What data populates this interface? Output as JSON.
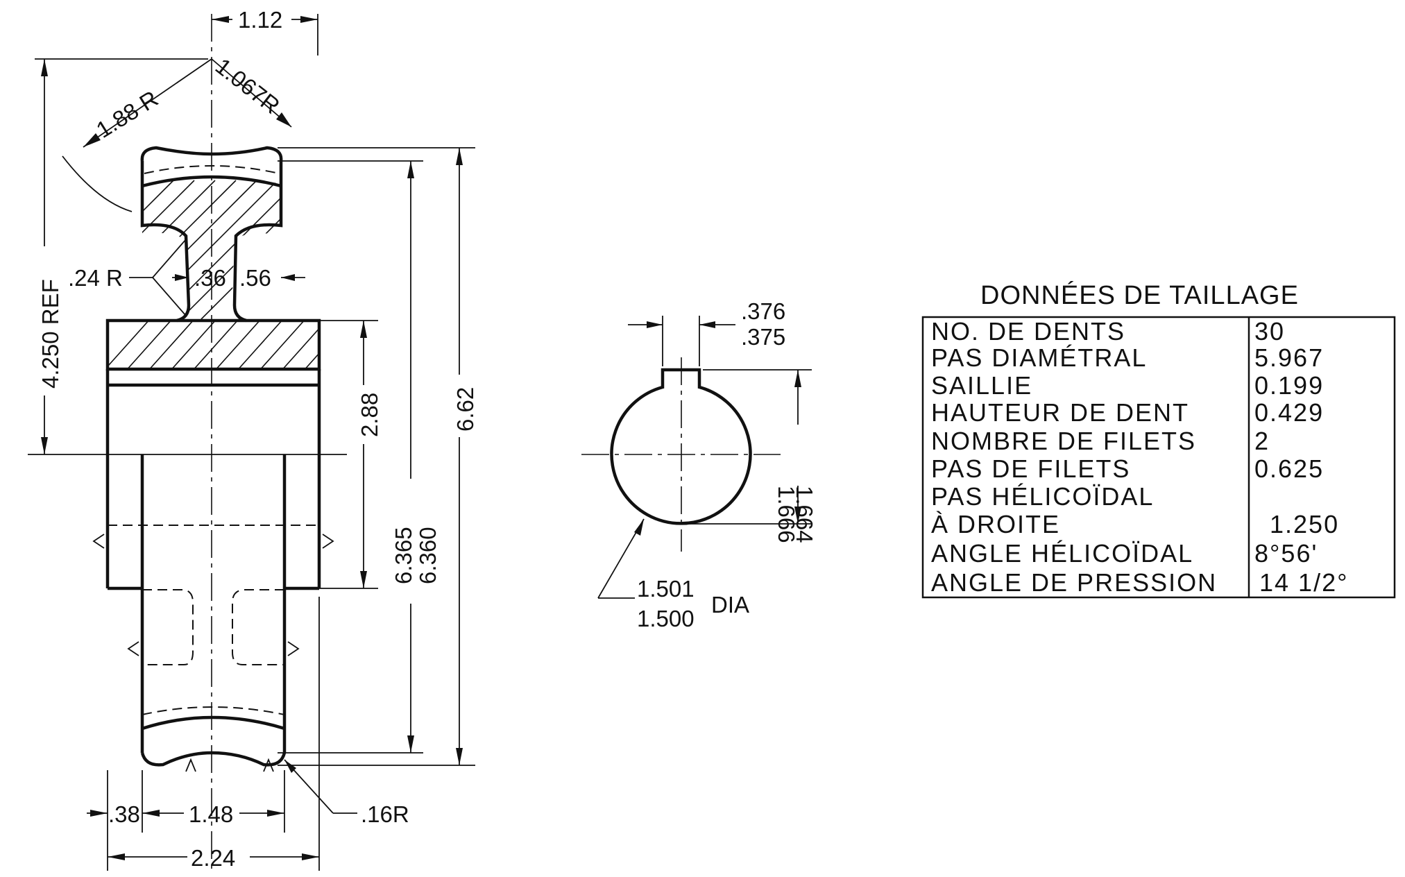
{
  "gear_view": {
    "dim_width_top": "1.12",
    "dim_outer_radius": "1.88 R",
    "dim_throat_radius": "1.067R",
    "dim_ref": "4.250 REF",
    "dim_fillet": ".24 R",
    "dim_web": ".36",
    "dim_groove": ".56",
    "dim_bore_len": "2.88",
    "dim_throat_dia_max": "6.365",
    "dim_throat_dia_min": "6.360",
    "dim_outer_dia": "6.62",
    "dim_left_step": ".38",
    "dim_rim_width": "1.48",
    "dim_corner_radius": ".16R",
    "dim_overall_width": "2.24"
  },
  "section_view": {
    "key_width_max": ".376",
    "key_width_min": ".375",
    "key_depth_max": "1.666",
    "key_depth_min": "1.664",
    "bore_dia_max": "1.501",
    "bore_dia_min": "1.500",
    "bore_dia_suffix": "DIA"
  },
  "cutting_table": {
    "title": "DONNÉES DE TAILLAGE",
    "rows": [
      {
        "label": "NO. DE DENTS",
        "value": "30"
      },
      {
        "label": "PAS DIAMÉTRAL",
        "value": "5.967"
      },
      {
        "label": "SAILLIE",
        "value": "0.199"
      },
      {
        "label": "HAUTEUR DE DENT",
        "value": "0.429"
      },
      {
        "label": "NOMBRE DE FILETS",
        "value": "2"
      },
      {
        "label": "PAS DE FILETS",
        "value": "0.625"
      },
      {
        "label": "PAS HÉLICOÏDAL",
        "value": ""
      },
      {
        "label": "À DROITE",
        "value": "1.250"
      },
      {
        "label": "ANGLE HÉLICOÏDAL",
        "value": "8°56'"
      },
      {
        "label": "ANGLE DE PRESSION",
        "value": "14 1/2°"
      }
    ]
  }
}
